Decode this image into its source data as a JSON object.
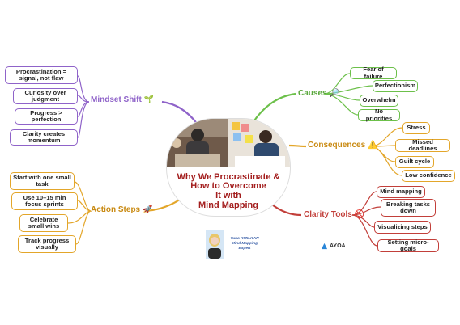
{
  "center": {
    "title_lines": [
      "Why We Procrastinate &",
      "How to Overcome",
      "It with",
      "Mind Mapping"
    ]
  },
  "branches": {
    "mindset": {
      "label": "Mindset Shift",
      "emoji": "🌱",
      "color": "#8f63c9",
      "items": [
        "Procrastination = signal, not flaw",
        "Curiosity over judgment",
        "Progress > perfection",
        "Clarity creates momentum"
      ]
    },
    "causes": {
      "label": "Causes",
      "emoji": "🔎",
      "color": "#6cc04a",
      "items": [
        "Fear of failure",
        "Perfectionism",
        "Overwhelm",
        "No priorities"
      ]
    },
    "consequences": {
      "label": "Consequences",
      "emoji": "⚠️",
      "color": "#e3a62a",
      "items": [
        "Stress",
        "Missed deadlines",
        "Guilt cycle",
        "Low confidence"
      ]
    },
    "action": {
      "label": "Action Steps",
      "emoji": "🚀",
      "color": "#e3a62a",
      "items": [
        "Start with one small task",
        "Use 10–15 min focus sprints",
        "Celebrate small wins",
        "Track progress visually"
      ]
    },
    "clarity": {
      "label": "Clarity Tools",
      "emoji": "🚫",
      "color": "#c23f3a",
      "items": [
        "Mind mapping",
        "Breaking tasks down",
        "Visualizing steps",
        "Setting micro-goals"
      ]
    }
  },
  "expert": {
    "name": "Tuba KIZILKAN",
    "role": "Mind Mapping Expert"
  },
  "brand": {
    "name": "AYOA"
  }
}
